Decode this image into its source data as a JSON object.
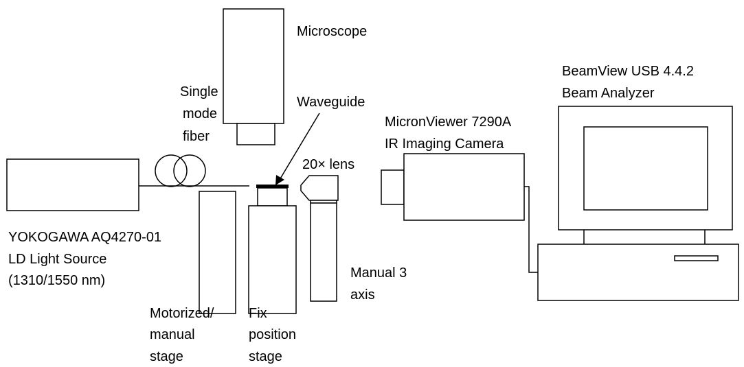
{
  "labels": {
    "microscope": "Microscope",
    "single_mode_fiber": [
      "Single",
      "mode",
      "fiber"
    ],
    "waveguide": "Waveguide",
    "lens": "20× lens",
    "light_source": [
      "YOKOGAWA AQ4270-01",
      "LD Light Source",
      "(1310/1550 nm)"
    ],
    "motorized_stage": [
      "Motorized/",
      "manual",
      "stage"
    ],
    "fix_stage": [
      "Fix",
      "position",
      "stage"
    ],
    "manual_stage": [
      "Manual 3",
      "axis"
    ],
    "camera": [
      "MicronViewer 7290A",
      "IR Imaging Camera"
    ],
    "analyzer": [
      "BeamView USB 4.4.2",
      "Beam Analyzer"
    ]
  }
}
